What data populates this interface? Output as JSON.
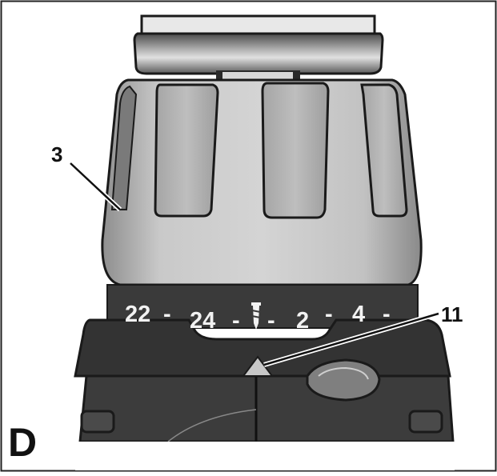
{
  "figure": {
    "label": "D"
  },
  "callouts": [
    {
      "label": "3"
    },
    {
      "label": "11"
    }
  ],
  "ring_scale": {
    "numbers": [
      "22",
      "24",
      "2",
      "4"
    ],
    "separator": "-",
    "center_symbol": "screw-icon"
  },
  "colors": {
    "outline": "#1a1a1a",
    "collar_light": "#c8c8c8",
    "collar_dark": "#9a9a9a",
    "ring_band": "#3a3a3a",
    "housing": "#333333",
    "text_light": "#f2f2f2"
  }
}
